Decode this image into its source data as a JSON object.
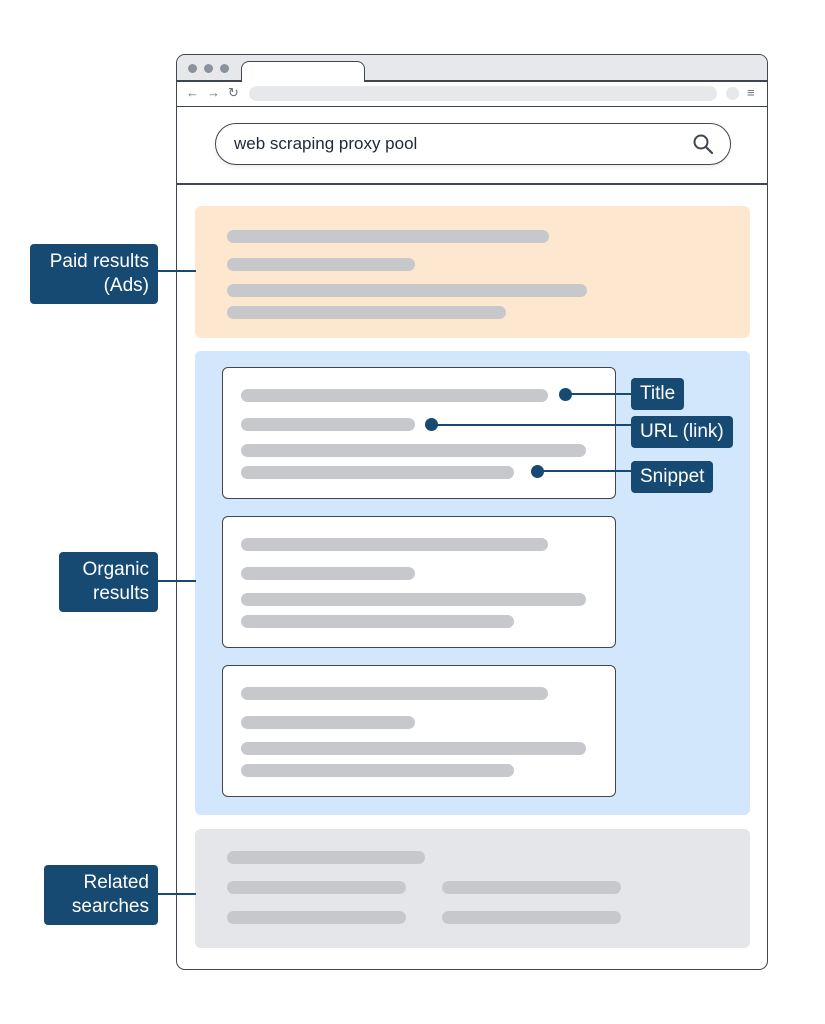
{
  "search": {
    "query": "web scraping proxy pool"
  },
  "callouts": {
    "paid_line1": "Paid results",
    "paid_line2": "(Ads)",
    "organic_line1": "Organic",
    "organic_line2": "results",
    "related_line1": "Related",
    "related_line2": "searches",
    "title": "Title",
    "url": "URL (link)",
    "snippet": "Snippet"
  },
  "nav_glyphs": {
    "back": "←",
    "forward": "→",
    "reload": "↻",
    "menu": "≡"
  },
  "colors": {
    "ads_background": "#fde7cf",
    "organic_background": "#d2e7fb",
    "related_background": "#e4e6e9",
    "callout": "#174a72",
    "placeholder_bar": "#c6c8cc"
  },
  "icons": [
    "search-icon",
    "back-arrow-icon",
    "forward-arrow-icon",
    "reload-icon",
    "menu-icon"
  ]
}
